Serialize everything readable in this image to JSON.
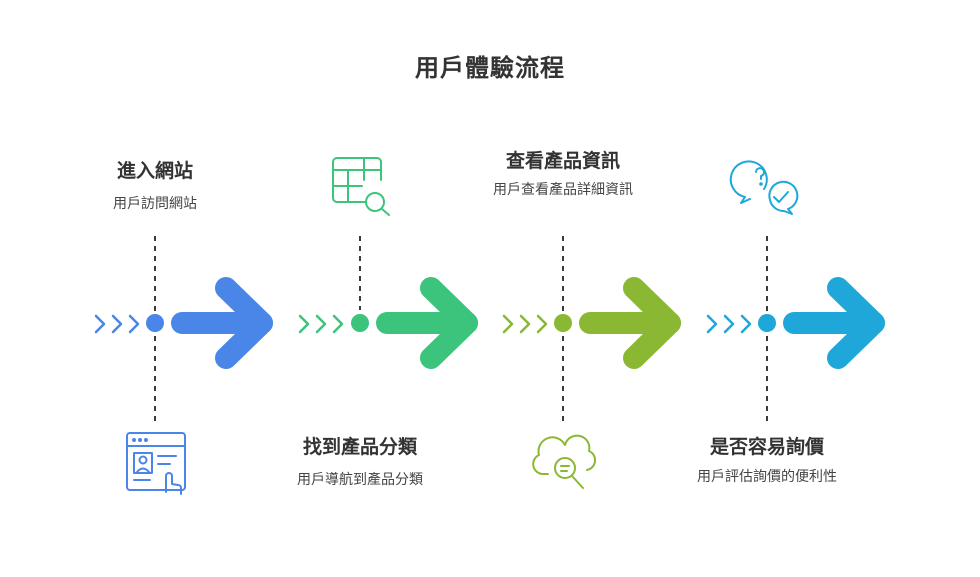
{
  "title": "用戶體驗流程",
  "steps": [
    {
      "title": "進入網站",
      "desc": "用戶訪問網站",
      "color": "#4a86e8",
      "icon": "website-profile-click-icon"
    },
    {
      "title": "找到產品分類",
      "desc": "用戶導航到產品分類",
      "color": "#3cc47c",
      "icon": "table-search-icon"
    },
    {
      "title": "查看產品資訊",
      "desc": "用戶查看產品詳細資訊",
      "color": "#8ab833",
      "icon": "cloud-search-icon"
    },
    {
      "title": "是否容易詢價",
      "desc": "用戶評估詢價的便利性",
      "color": "#1fa7d9",
      "icon": "question-check-chat-icon"
    }
  ]
}
